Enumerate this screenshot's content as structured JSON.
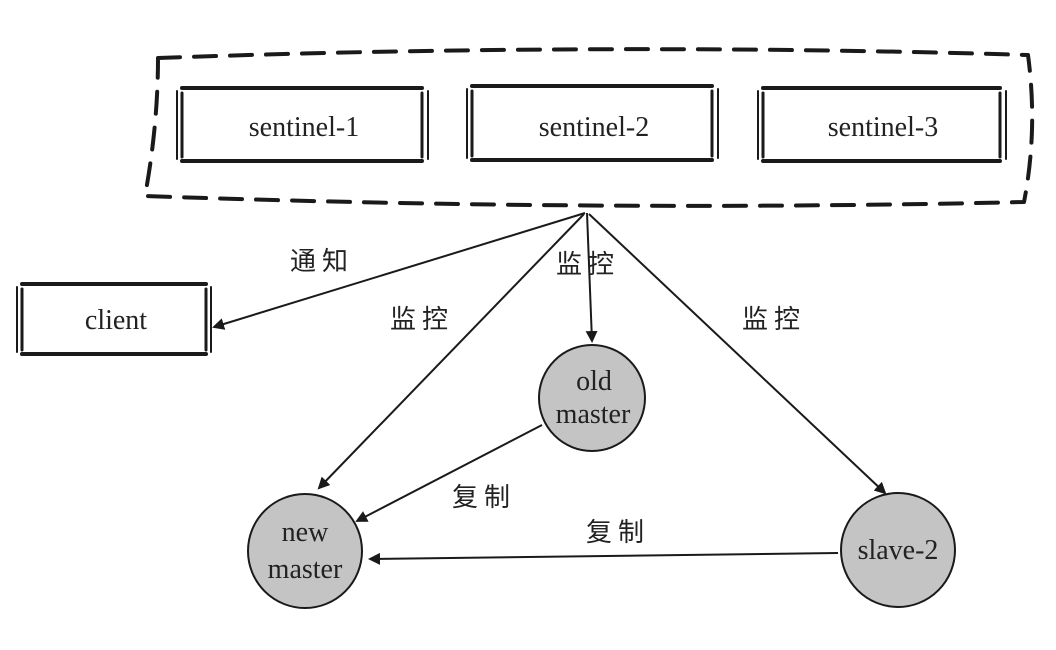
{
  "diagram": {
    "sentinels": [
      "sentinel-1",
      "sentinel-2",
      "sentinel-3"
    ],
    "client": "client",
    "old_master": [
      "old",
      "master"
    ],
    "new_master": [
      "new",
      "master"
    ],
    "slave": "slave-2",
    "labels": {
      "notify": "通知",
      "monitor_center": "监控",
      "monitor_left": "监控",
      "monitor_right": "监控",
      "replicate_old": "复制",
      "replicate_slave": "复制"
    },
    "colors": {
      "node_fill": "#c4c4c4",
      "stroke": "#1a1a1a",
      "background": "#ffffff"
    }
  }
}
